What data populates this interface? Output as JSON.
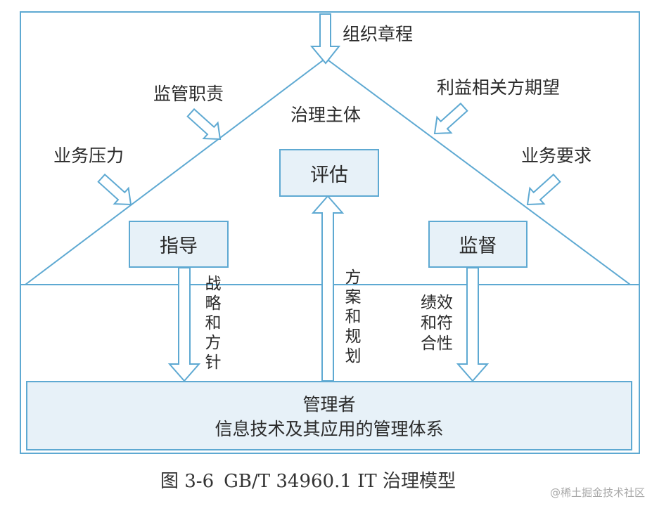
{
  "diagram": {
    "top_input": "组织章程",
    "left_inputs": [
      "监管职责",
      "业务压力"
    ],
    "right_inputs": [
      "利益相关方期望",
      "业务要求"
    ],
    "governing_body": "治理主体",
    "boxes": {
      "evaluate": "评估",
      "direct": "指导",
      "monitor": "监督"
    },
    "arrow_labels": {
      "strategy": "战略和方针",
      "plans": "方案和规划",
      "performance": [
        "绩效",
        "和符",
        "合性"
      ]
    },
    "base": {
      "line1": "管理者",
      "line2": "信息技术及其应用的管理体系"
    }
  },
  "caption": {
    "figure_no": "图 3-6",
    "title": "GB/T 34960.1 IT 治理模型"
  },
  "watermark": "@稀土掘金技术社区",
  "colors": {
    "line": "#5ea9d2",
    "fill": "#e7f1f8"
  }
}
